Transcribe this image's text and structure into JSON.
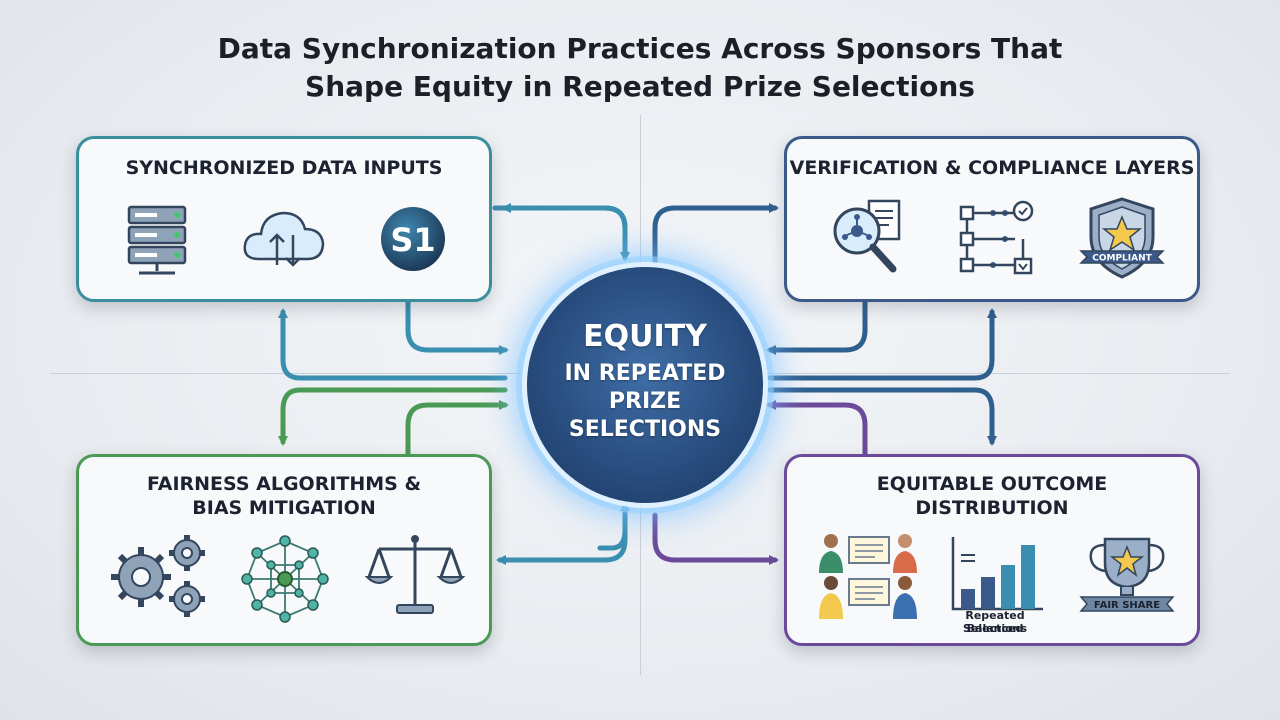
{
  "title": {
    "line1": "Data Synchronization Practices Across Sponsors That",
    "line2": "Shape Equity in Repeated Prize Selections"
  },
  "hub": {
    "line1": "EQUITY",
    "line2": "IN REPEATED",
    "line3": "PRIZE",
    "line4": "SELECTIONS"
  },
  "cards": {
    "inputs": {
      "title": "SYNCHRONIZED DATA INPUTS",
      "logo_text": "S1",
      "color": "#3a8f9c",
      "icons": [
        "server-icon",
        "cloud-sync-icon",
        "s1-logo-icon"
      ]
    },
    "verification": {
      "title": "VERIFICATION & COMPLIANCE LAYERS",
      "badge_text": "COMPLIANT",
      "color": "#3b5a8a",
      "icons": [
        "magnifier-document-icon",
        "flowchart-icon",
        "shield-star-icon"
      ]
    },
    "fairness": {
      "title_line1": "FAIRNESS ALGORITHMS &",
      "title_line2": "BIAS MITIGATION",
      "color": "#4a9a55",
      "icons": [
        "gears-icon",
        "network-icon",
        "scales-icon"
      ]
    },
    "outcome": {
      "title_line1": "EQUITABLE OUTCOME",
      "title_line2": "DISTRIBUTION",
      "chart_label_line1": "Repeated Selections",
      "chart_label_line2": "Balanced",
      "trophy_text": "FAIR SHARE",
      "color": "#6b4a9a",
      "icons": [
        "people-certificates-icon",
        "bar-chart-icon",
        "trophy-icon"
      ]
    }
  },
  "colors": {
    "teal": "#3a8fb0",
    "navy": "#2f5f8f",
    "green": "#4a9a55",
    "purple": "#6b4a9a",
    "hub": "#2a4f80"
  }
}
